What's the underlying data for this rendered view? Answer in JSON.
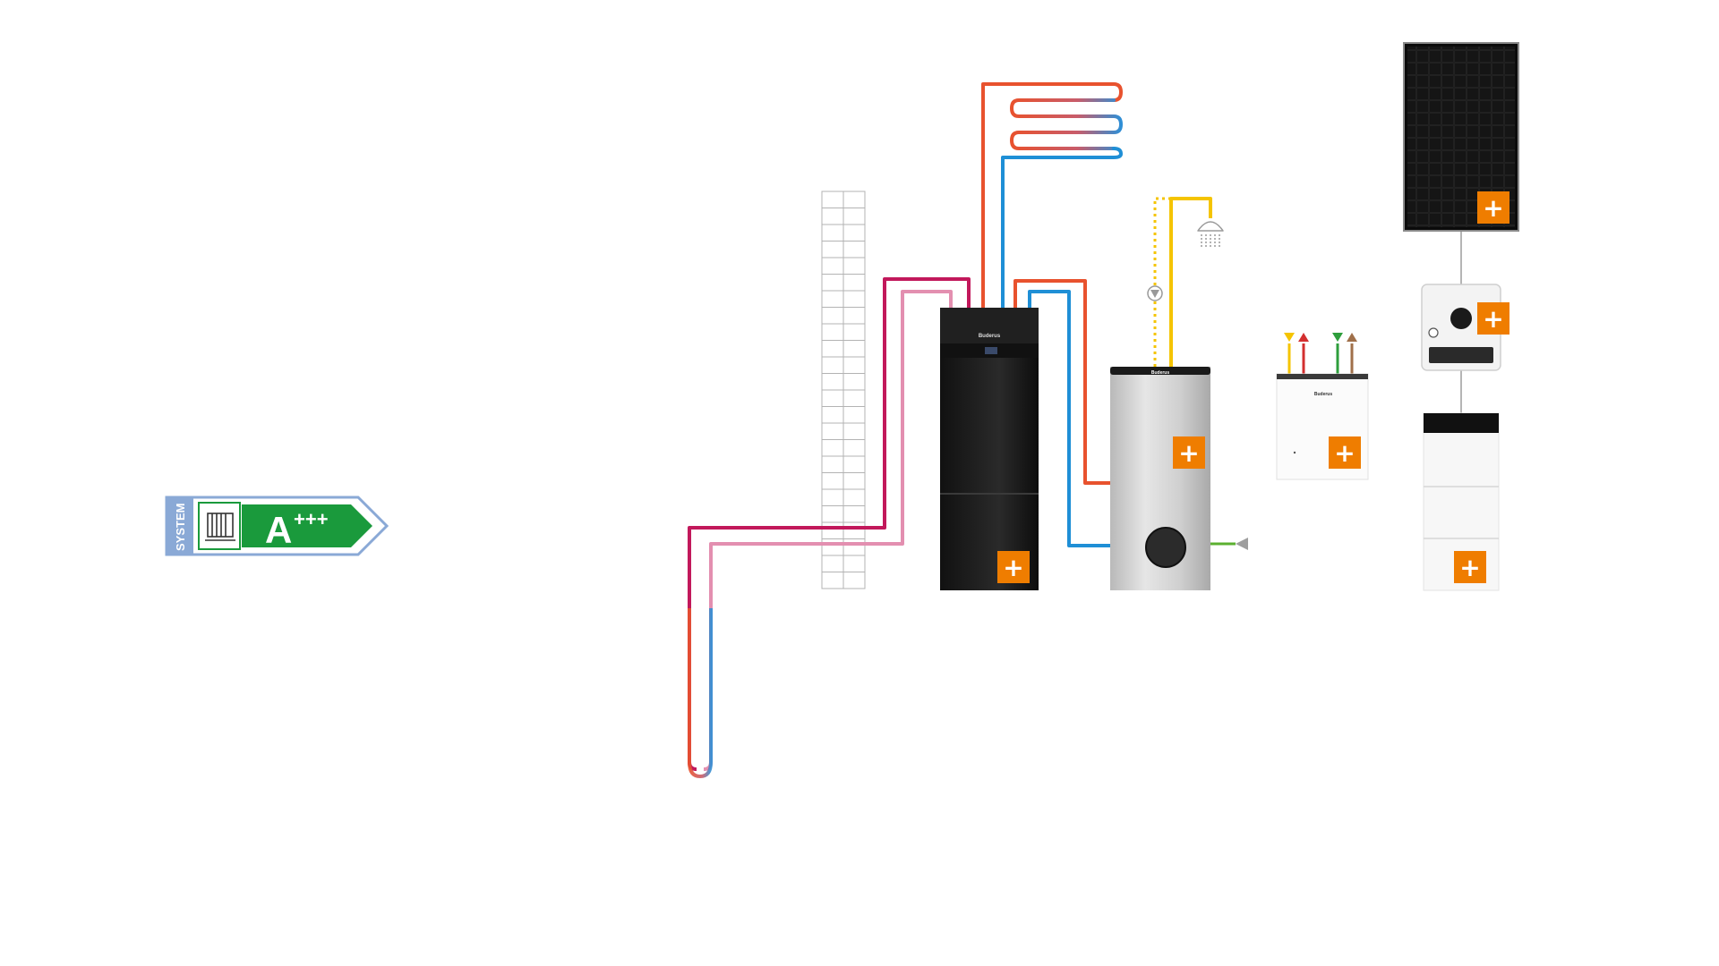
{
  "energy_label": {
    "side_text": "SYSTEM",
    "rating_letter": "A",
    "rating_plus": "+++",
    "icon": "radiator-icon",
    "colors": {
      "side_band": "#8aa9d6",
      "arrow": "#1a9a3c",
      "outline": "#8aa9d6"
    }
  },
  "components": [
    {
      "name": "heat-pump-unit",
      "brand_text": "Buderus"
    },
    {
      "name": "hot-water-tank",
      "brand_text": "Buderus"
    },
    {
      "name": "ventilation-unit",
      "brand_text": "Buderus"
    },
    {
      "name": "solar-panel"
    },
    {
      "name": "inverter"
    },
    {
      "name": "battery-storage"
    }
  ],
  "add_buttons": [
    {
      "target": "heat-pump",
      "label": "+"
    },
    {
      "target": "hot-water-tank",
      "label": "+"
    },
    {
      "target": "ventilation-unit",
      "label": "+"
    },
    {
      "target": "solar-panel",
      "label": "+"
    },
    {
      "target": "inverter",
      "label": "+"
    },
    {
      "target": "battery-storage",
      "label": "+"
    }
  ],
  "colors": {
    "hot_pipe": "#e8522e",
    "cold_pipe": "#1f8fd6",
    "brine_hot": "#c2185b",
    "brine_cold": "#e38fb0",
    "dhw_pipe": "#f5c400",
    "green_pipe": "#5bb030",
    "accent": "#ef7d00"
  }
}
